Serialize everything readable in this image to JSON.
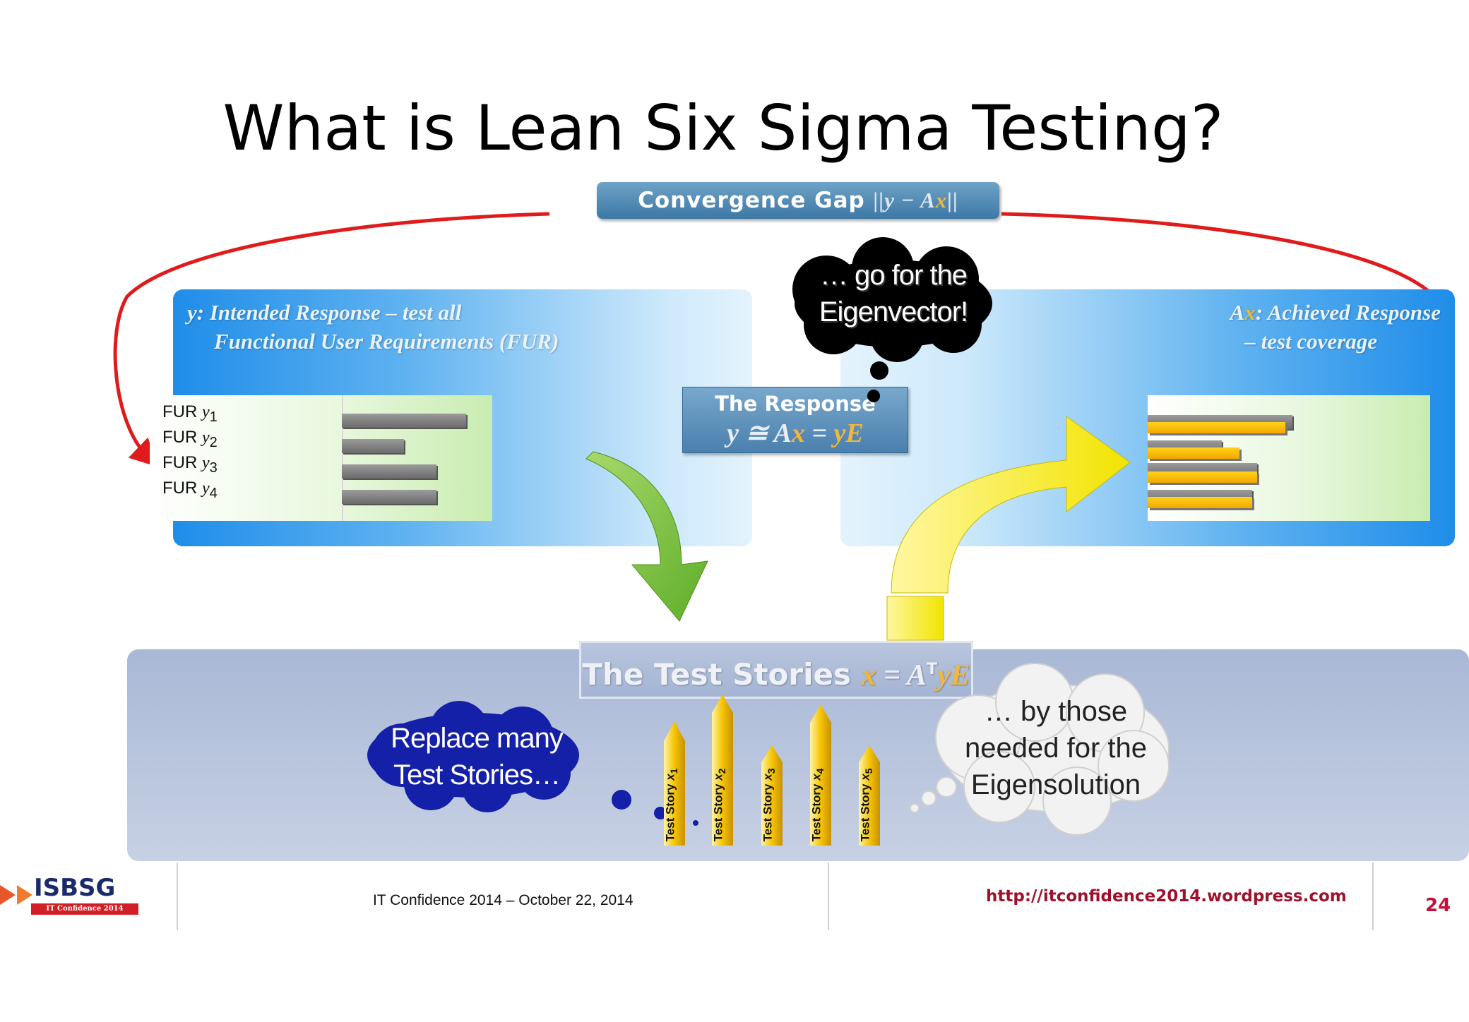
{
  "title": "What is Lean Six Sigma Testing?",
  "convergence_gap": {
    "label": "Convergence Gap",
    "formula_pre": "||",
    "y": "y",
    "minus": " − ",
    "A": "A",
    "x": "x",
    "formula_post": "||"
  },
  "intended_response": {
    "line1": "y: Intended Response – test all",
    "line2": "Functional User Requirements (FUR)"
  },
  "achieved_response": {
    "A": "A",
    "x": "x",
    "line1_rest": ": Achieved Response",
    "line2": "– test coverage"
  },
  "fur_labels": [
    {
      "text": "FUR ",
      "var": "y",
      "sub": "1"
    },
    {
      "text": "FUR ",
      "var": "y",
      "sub": "2"
    },
    {
      "text": "FUR ",
      "var": "y",
      "sub": "3"
    },
    {
      "text": "FUR ",
      "var": "y",
      "sub": "4"
    }
  ],
  "response_box": {
    "heading": "The Response",
    "formula_a": "y ≅ A",
    "formula_x": "x",
    "formula_b": " = ",
    "formula_yE": "yE"
  },
  "stories_box": {
    "label": "The Test Stories ",
    "x": "x",
    "eq": " = A",
    "sup": "T",
    "yE": "yE"
  },
  "cloud_eigenvector": {
    "line1": "… go for the",
    "line2": "Eigenvector!"
  },
  "cloud_replace": {
    "line1": "Replace many",
    "line2": "Test Stories…"
  },
  "cloud_needed": {
    "line1": "… by those",
    "line2": "needed for the",
    "line3": "Eigensolution"
  },
  "test_stories": [
    {
      "label": "Test Story ",
      "var": "x",
      "sub": "1"
    },
    {
      "label": "Test Story ",
      "var": "x",
      "sub": "2"
    },
    {
      "label": "Test Story ",
      "var": "x",
      "sub": "3"
    },
    {
      "label": "Test Story ",
      "var": "x",
      "sub": "4"
    },
    {
      "label": "Test Story ",
      "var": "x",
      "sub": "5"
    }
  ],
  "footer": {
    "logo_text": "ISBSG",
    "logo_subtext": "IT Confidence 2014",
    "event": "IT Confidence 2014 – October 22, 2014",
    "url": "http://itconfidence2014.wordpress.com",
    "page_number": "24"
  },
  "colors": {
    "gap_red": "#e01b1b",
    "panel_blue": "#1f8de9",
    "arrow_green": "#7ac142",
    "arrow_yellow": "#f7ee1a",
    "story_yellow": "#f5c400",
    "bottom_panel": "#b3c1dc"
  }
}
